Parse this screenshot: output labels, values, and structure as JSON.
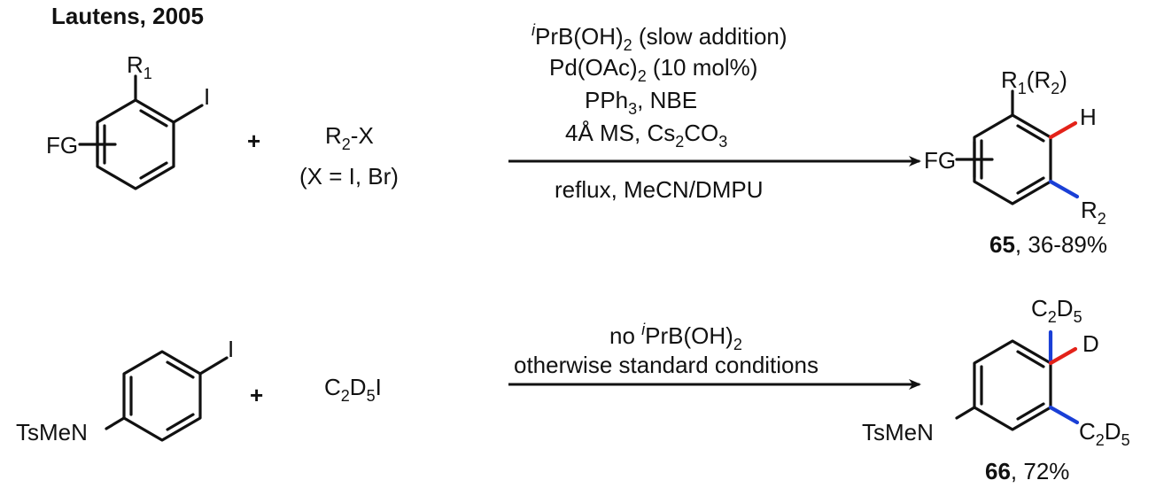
{
  "title": "Lautens, 2005",
  "reaction1": {
    "substrate": {
      "r1": "R",
      "r1_sub": "1",
      "iodo": "I",
      "fg": "FG"
    },
    "plus": "+",
    "reagent": {
      "line1_a": "R",
      "line1_sub": "2",
      "line1_b": "-X",
      "line2": "(X = I, Br)"
    },
    "conditions": {
      "line1_sup": "i",
      "line1_a": "PrB(OH)",
      "line1_sub": "2",
      "line1_b": " (slow addition)",
      "line2_a": "Pd(OAc)",
      "line2_sub": "2",
      "line2_b": " (10 mol%)",
      "line3_a": "PPh",
      "line3_sub": "3",
      "line3_b": ", NBE",
      "line4_a": "4Å MS, Cs",
      "line4_sub": "2",
      "line4_b": "CO",
      "line4_sub2": "3",
      "below": "reflux, MeCN/DMPU"
    },
    "product": {
      "top_a": "R",
      "top_sub1": "1",
      "top_b": "(R",
      "top_sub2": "2",
      "top_c": ")",
      "h": "H",
      "fg": "FG",
      "r2": "R",
      "r2_sub": "2",
      "label": "65",
      "yield": ", 36-89%"
    }
  },
  "reaction2": {
    "substrate": {
      "iodo": "I",
      "n": "TsMeN"
    },
    "plus": "+",
    "reagent": {
      "a": "C",
      "sub1": "2",
      "b": "D",
      "sub2": "5",
      "c": "I"
    },
    "conditions": {
      "line1_a": "no ",
      "line1_sup": "i",
      "line1_b": "PrB(OH)",
      "line1_sub": "2",
      "line2": "otherwise standard conditions"
    },
    "product": {
      "top_a": "C",
      "top_sub1": "2",
      "top_b": "D",
      "top_sub2": "5",
      "d": "D",
      "right_a": "C",
      "right_sub1": "2",
      "right_b": "D",
      "right_sub2": "5",
      "n": "TsMeN",
      "label": "66",
      "yield": ", 72%"
    }
  },
  "colors": {
    "red_bond": "#e32219",
    "blue_bond": "#1a3fd6",
    "ink": "#111111"
  }
}
